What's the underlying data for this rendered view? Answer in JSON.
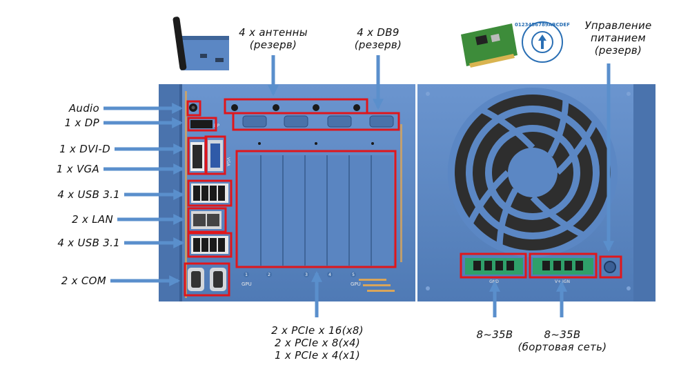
{
  "colors": {
    "chassis": "#5b87c4",
    "chassis_dark": "#3f6599",
    "highlight": "#e0161b",
    "arrow": "#5a8fcc",
    "accent": "#d9a55a"
  },
  "left_labels": {
    "audio": "Audio",
    "dp": "1 x DP",
    "dvi": "1 x DVI-D",
    "vga": "1 x VGA",
    "usb_top": "4 x USB 3.1",
    "lan": "2 x LAN",
    "usb_bottom": "4 x USB 3.1",
    "com": "2 x COM"
  },
  "top_labels": {
    "antennas_line1": "4 x антенны",
    "antennas_line2": "(резерв)",
    "db9_line1": "4 x DB9",
    "db9_line2": "(резерв)",
    "power_line1": "Управление",
    "power_line2": "питанием",
    "power_line3": "(резерв)"
  },
  "bottom_labels": {
    "pcie_line1": "2 x PCIe x 16(x8)",
    "pcie_line2": "2 x PCIe x 8(x4)",
    "pcie_line3": "1 x PCIe x 4(x1)",
    "power1": "8~35В",
    "power2_line1": "8~35В",
    "power2_line2": "(бортовая сеть)"
  },
  "panel_marks": {
    "gpu_left": "GPU",
    "gpu_right": "GPU",
    "vga_tag": "VGA",
    "dp_tag": "DP",
    "slot_numbers": [
      "1",
      "2",
      "3",
      "4",
      "5"
    ],
    "terminal_left": "GND",
    "terminal_right": "V+ IGN"
  },
  "dial_text": "0123456789ABCDEF"
}
